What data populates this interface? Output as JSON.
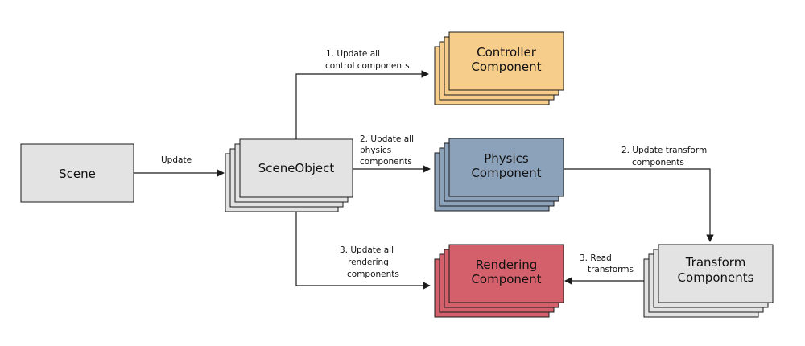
{
  "colors": {
    "scene": "#e3e3e3",
    "scene_object": "#e3e3e3",
    "controller": "#f6cd8b",
    "physics": "#8ca2bb",
    "rendering": "#d3606b",
    "transform": "#e3e3e3",
    "stroke": "#1a1a1a"
  },
  "nodes": {
    "scene": {
      "label": "Scene"
    },
    "scene_object": {
      "label": "SceneObject"
    },
    "controller": {
      "line1": "Controller",
      "line2": "Component"
    },
    "physics": {
      "line1": "Physics",
      "line2": "Component"
    },
    "rendering": {
      "line1": "Rendering",
      "line2": "Component"
    },
    "transform": {
      "line1": "Transform",
      "line2": "Components"
    }
  },
  "edges": {
    "update": {
      "line1": "Update"
    },
    "controllers": {
      "line1": "1. Update all",
      "line2": "control components"
    },
    "physics": {
      "line1": "2. Update all",
      "line2": "physics",
      "line3": "components"
    },
    "transform": {
      "line1": "2. Update transform",
      "line2": "components"
    },
    "rendering": {
      "line1": "3. Update all",
      "line2": "rendering",
      "line3": "components"
    },
    "read": {
      "line1": "3. Read",
      "line2": "transforms"
    }
  }
}
